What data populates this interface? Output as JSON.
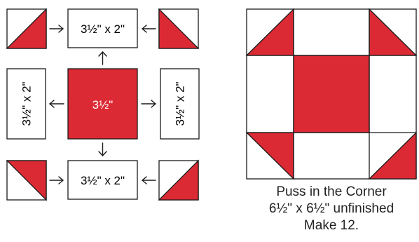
{
  "colors": {
    "fabric_red": "#dc2a34",
    "fabric_white": "#ffffff",
    "outline": "#1a1a1a"
  },
  "cutting_diagram": {
    "top_rectangle_label": "3½\" x 2\"",
    "bottom_rectangle_label": "3½\" x 2\"",
    "left_rectangle_label": "3½\" x 2\"",
    "right_rectangle_label": "3½\" x 2\"",
    "center_square_label": "3½\""
  },
  "finished_block": {
    "name": "Puss in the Corner",
    "size": "6½\" x 6½\" unfinished",
    "quantity": "Make 12."
  }
}
